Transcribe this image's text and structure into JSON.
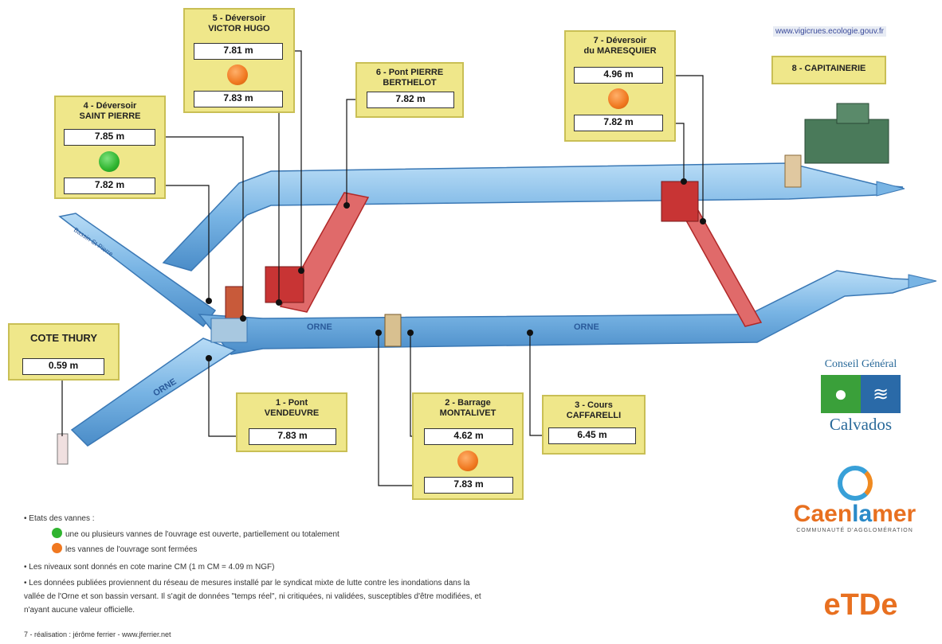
{
  "url": "www.vigicrues.ecologie.gouv.fr",
  "stations": {
    "s1": {
      "title": "1 - Pont\nVENDEUVRE",
      "value": "7.83 m"
    },
    "s2": {
      "title": "2 - Barrage\nMONTALIVET",
      "upstream": "4.62 m",
      "downstream": "7.83 m",
      "state": "closed"
    },
    "s3": {
      "title": "3 - Cours\nCAFFARELLI",
      "value": "6.45 m"
    },
    "s4": {
      "title": "4 - Déversoir\nSAINT PIERRE",
      "upstream": "7.85 m",
      "downstream": "7.82 m",
      "state": "open"
    },
    "s5": {
      "title": "5 - Déversoir\nVICTOR HUGO",
      "upstream": "7.81 m",
      "downstream": "7.83 m",
      "state": "closed"
    },
    "s6": {
      "title": "6 - Pont PIERRE\nBERTHELOT",
      "value": "7.82 m"
    },
    "s7": {
      "title": "7 - Déversoir\ndu MARESQUIER",
      "upstream": "4.96 m",
      "downstream": "7.82 m",
      "state": "closed"
    },
    "s8": {
      "title": "8 - CAPITAINERIE"
    },
    "cote": {
      "title": "COTE THURY",
      "value": "0.59 m"
    }
  },
  "river_labels": {
    "orne1": "ORNE",
    "orne2": "ORNE",
    "orne3": "ORNE",
    "bassin": "Bassin St Pierre"
  },
  "legend": {
    "heading": "• Etats des vannes :",
    "open": "une ou plusieurs vannes de l'ouvrage est ouverte, partiellement ou totalement",
    "closed": "les vannes de l'ouvrage sont fermées",
    "levels": "• Les niveaux sont donnés en cote marine CM (1 m CM = 4.09 m NGF)",
    "data_line1": "• Les données publiées proviennent du réseau de mesures installé par le syndicat mixte de lutte contre les inondations dans la",
    "data_line2": "vallée de l'Orne et son bassin versant. Il s'agit de données \"temps réel\", ni critiquées, ni validées, susceptibles d'être modifiées, et",
    "data_line3": "n'ayant aucune valeur officielle.",
    "credit": "7 - réalisation : jérôme ferrier - www.jferrier.net"
  },
  "logos": {
    "cg_top": "Conseil Général",
    "cg_bottom": "Calvados",
    "caen_a": "Caen",
    "caen_b": "la",
    "caen_c": "mer",
    "caen_sub": "COMMUNAUTÉ D'AGGLOMÉRATION",
    "etde": "eTDe"
  },
  "colors": {
    "box": "#efe78a",
    "water": "#7fb8e6",
    "gate": "#d94040",
    "open": "#2fb42f",
    "closed": "#f07820"
  }
}
